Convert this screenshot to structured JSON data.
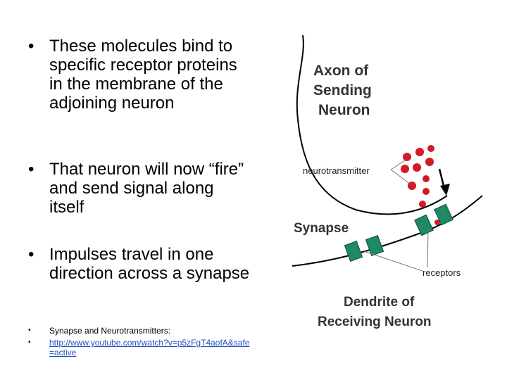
{
  "bullets": [
    {
      "symbol": "•",
      "text": "These molecules bind to specific receptor proteins in the membrane of the adjoining neuron"
    },
    {
      "symbol": "•",
      "text": "That neuron will now “fire” and send signal along itself"
    },
    {
      "symbol": "•",
      "text": "Impulses travel in one direction across a synapse"
    }
  ],
  "small_bullets": [
    {
      "symbol": "•",
      "text": "Synapse and Neurotransmitters:"
    },
    {
      "symbol": "•",
      "text": "http://www.youtube.com/watch?v=p5zFgT4aofA&safe=active"
    }
  ],
  "diagram": {
    "axon_label_line1": "Axon of",
    "axon_label_line2": "Sending",
    "axon_label_line3": "Neuron",
    "neurotransmitter_label": "neurotransmitter",
    "synapse_label": "Synapse",
    "receptors_label": "receptors",
    "dendrite_label_line1": "Dendrite of",
    "dendrite_label_line2": "Receiving Neuron",
    "colors": {
      "neurotransmitter": "#d01c24",
      "receptor": "#1e8a63",
      "outline": "#000000"
    }
  }
}
